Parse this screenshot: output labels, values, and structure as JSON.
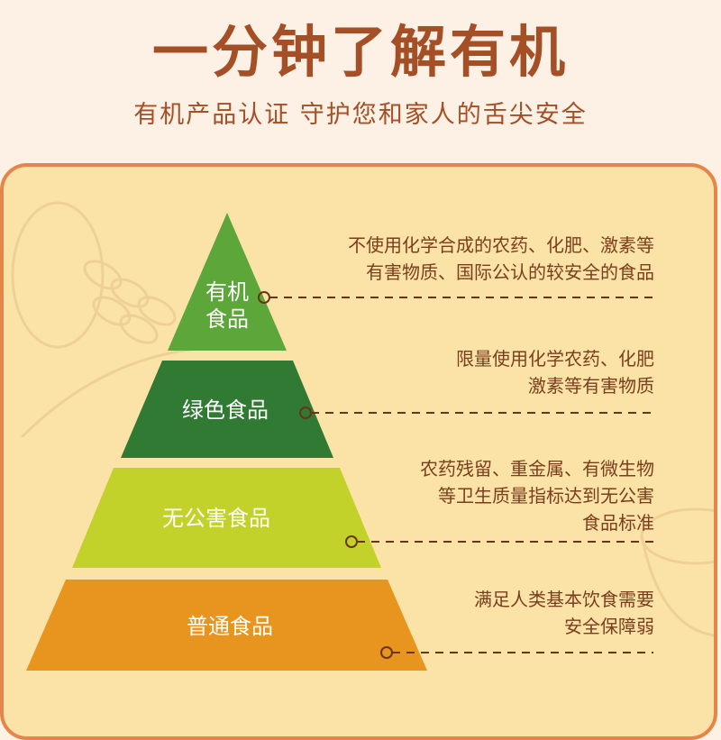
{
  "header": {
    "title": "一分钟了解有机",
    "subtitle": "有机产品认证 守护您和家人的舌尖安全"
  },
  "colors": {
    "title": "#a44f26",
    "panel_bg": "#fbe3a8",
    "panel_border": "#e5854a",
    "organic": "#5da63a",
    "green_food": "#317a33",
    "pollution_free": "#c2d22a",
    "ordinary": "#e8951f",
    "leader_line": "#6b3415"
  },
  "pyramid": {
    "levels": [
      {
        "label_line1": "有机",
        "label_line2": "食品",
        "desc": [
          "不使用化学合成的农药、化肥、激素等",
          "有害物质、国际公认的较安全的食品"
        ]
      },
      {
        "label": "绿色食品",
        "desc": [
          "限量使用化学农药、化肥",
          "激素等有害物质"
        ]
      },
      {
        "label": "无公害食品",
        "desc": [
          "农药残留、重金属、有微生物",
          "等卫生质量指标达到无公害",
          "食品标准"
        ]
      },
      {
        "label": "普通食品",
        "desc": [
          "满足人类基本饮食需要",
          "安全保障弱"
        ]
      }
    ]
  }
}
